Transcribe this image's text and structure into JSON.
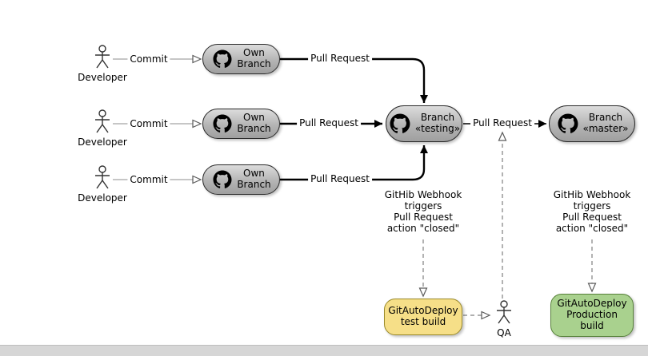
{
  "diagram": {
    "actors": {
      "dev1": {
        "label": "Developer",
        "icon": "actor-icon"
      },
      "dev2": {
        "label": "Developer",
        "icon": "actor-icon"
      },
      "dev3": {
        "label": "Developer",
        "icon": "actor-icon"
      },
      "qa": {
        "label": "QA",
        "icon": "actor-icon"
      }
    },
    "nodes": {
      "own1": {
        "label": "Own\nBranch",
        "icon": "octocat-icon"
      },
      "own2": {
        "label": "Own\nBranch",
        "icon": "octocat-icon"
      },
      "own3": {
        "label": "Own\nBranch",
        "icon": "octocat-icon"
      },
      "testing": {
        "label": "Branch\n«testing»",
        "icon": "octocat-icon"
      },
      "master": {
        "label": "Branch\n«master»",
        "icon": "octocat-icon"
      },
      "test_build": {
        "label": "GitAutoDeploy\ntest build",
        "fill": "#f6df88",
        "border": "#9a8a2a"
      },
      "prod_build": {
        "label": "GitAutoDeploy\nProduction\nbuild",
        "fill": "#a9d18e",
        "border": "#57813a"
      }
    },
    "edge_labels": {
      "commit1": "Commit",
      "commit2": "Commit",
      "commit3": "Commit",
      "pr1": "Pull Request",
      "pr2": "Pull Request",
      "pr3": "Pull Request",
      "pr4": "Pull Request"
    },
    "annotations": {
      "webhook_testing": "GitHib Webhook\ntriggers\nPull Request\naction \"closed\"",
      "webhook_master": "GitHib Webhook\ntriggers\nPull Request\naction \"closed\""
    },
    "colors": {
      "node_gray_top": "#dcdcdc",
      "node_gray_bottom": "#9f9f9f",
      "node_border": "#2b2b2b",
      "solid_line": "#000000",
      "commit_line": "#8c8c8c",
      "dashed_line": "#7f7f7f",
      "test_build_fill": "#f6df88",
      "prod_build_fill": "#a9d18e"
    }
  }
}
